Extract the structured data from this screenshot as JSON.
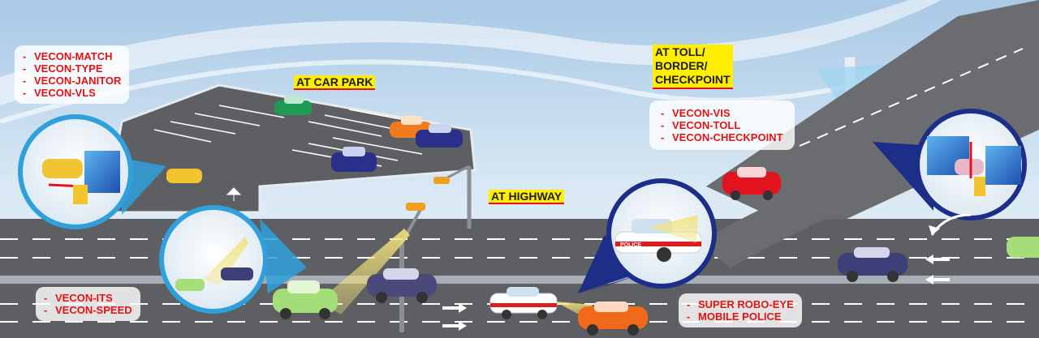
{
  "locations": {
    "car_park": "AT CAR PARK",
    "highway": "AT HIGHWAY",
    "toll": [
      "AT TOLL/",
      "BORDER/",
      "CHECKPOINT"
    ]
  },
  "boxes": {
    "car_park": [
      "VECON-MATCH",
      "VECON-TYPE",
      "VECON-JANITOR",
      "VECON-VLS"
    ],
    "toll": [
      "VECON-VIS",
      "VECON-TOLL",
      "VECON-CHECKPOINT"
    ],
    "highway": [
      "VECON-ITS",
      "VECON-SPEED"
    ],
    "mobile": [
      "SUPER ROBO-EYE",
      "MOBILE POLICE"
    ]
  },
  "vehicle_text": {
    "police": "POLICE"
  },
  "colors": {
    "sky": "#cfe4f3",
    "road": "#5d5f63",
    "label_text": "#e11414",
    "label_highlight": "#ffee00",
    "lens_ring": "#1c2e88",
    "camera_beam": "#f4e27a"
  }
}
